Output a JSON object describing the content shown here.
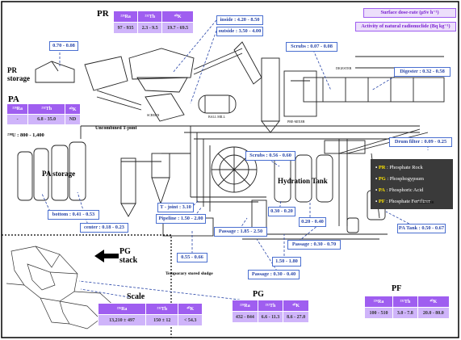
{
  "legend": {
    "surface_dose": "Surface dose-rate (μSv h⁻¹)",
    "activity": "Activity of natural radionuclide (Bq kg⁻¹)"
  },
  "type_legend": [
    {
      "key": "PR",
      "label": " : Phosphate Rock"
    },
    {
      "key": "PG",
      "label": " : Phosphogypsum"
    },
    {
      "key": "PA",
      "label": " : Phosphoric Acid"
    },
    {
      "key": "PF",
      "label": " : Phosphate Fertilizer"
    }
  ],
  "nuclide_headers": [
    "²²⁶Ra",
    "²³²Th",
    "⁴⁰K"
  ],
  "tables": {
    "pr": {
      "title": "PR",
      "values": [
        "97 - 935",
        "2.3 - 9.5",
        "19.7 - 69.5"
      ]
    },
    "pa": {
      "title": "PA",
      "values": [
        "-",
        "6.8 - 35.0",
        "ND"
      ]
    },
    "scale": {
      "title": "Scale",
      "values": [
        "13,210 ± 497",
        "150 ± 12",
        "< 54.3"
      ]
    },
    "pg": {
      "title": "PG",
      "values": [
        "432 - 844",
        "6.6 - 11.3",
        "8.6 - 27.0"
      ]
    },
    "pf": {
      "title": "PF",
      "values": [
        "100 - 510",
        "3.0 - 7.8",
        "20.0 - 80.0"
      ]
    }
  },
  "u238_note": "²³⁸U : 800 - 1,400",
  "labels": {
    "pr_storage": "PR storage",
    "pa_storage": "PA storage",
    "pg_stack": "PG stack",
    "hydration_tank": "Hydration Tank",
    "uncombined_joint": "Uncombined T-joint",
    "temp_sludge": "Temporary stored sludge",
    "screen": "SCREEN",
    "ball_mill": "BALL MILL",
    "digester": "DIGESTER",
    "premixer": "PRE-MIXER",
    "receiver": "RECEIVER"
  },
  "dose_labels": {
    "pr_storage": "0.70 - 0.08",
    "inside": "inside : 4.20 - 8.50",
    "outside": "outside : 3.50 - 4.00",
    "scrubs_top": "Scrubs : 0.07 - 0.08",
    "digester": "Digester : 0.32 - 0.58",
    "drum_filter": "Drum filter : 0.09 - 0.25",
    "scrubs_mid": "Scrubs : 0.56 - 0.60",
    "t_joint": "T - joint : 3.10",
    "pipeline": "Pipeline : 1.50 - 2.00",
    "passage_1": "Passage : 1.85 - 2.50",
    "val_a": "0.30 - 0.20",
    "val_b": "0.20 - 0.40",
    "passage_2": "Passage : 0.30 - 0.70",
    "pa_tank": "PA Tank : 0.50 - 0.67",
    "bottom": "bottom : 0.41 - 0.53",
    "center": "center : 0.18 - 0.23",
    "sludge": "0.55 - 0.66",
    "val_c": "1.50 - 1.80",
    "passage_3": "Passage : 0.30 - 0.40"
  }
}
